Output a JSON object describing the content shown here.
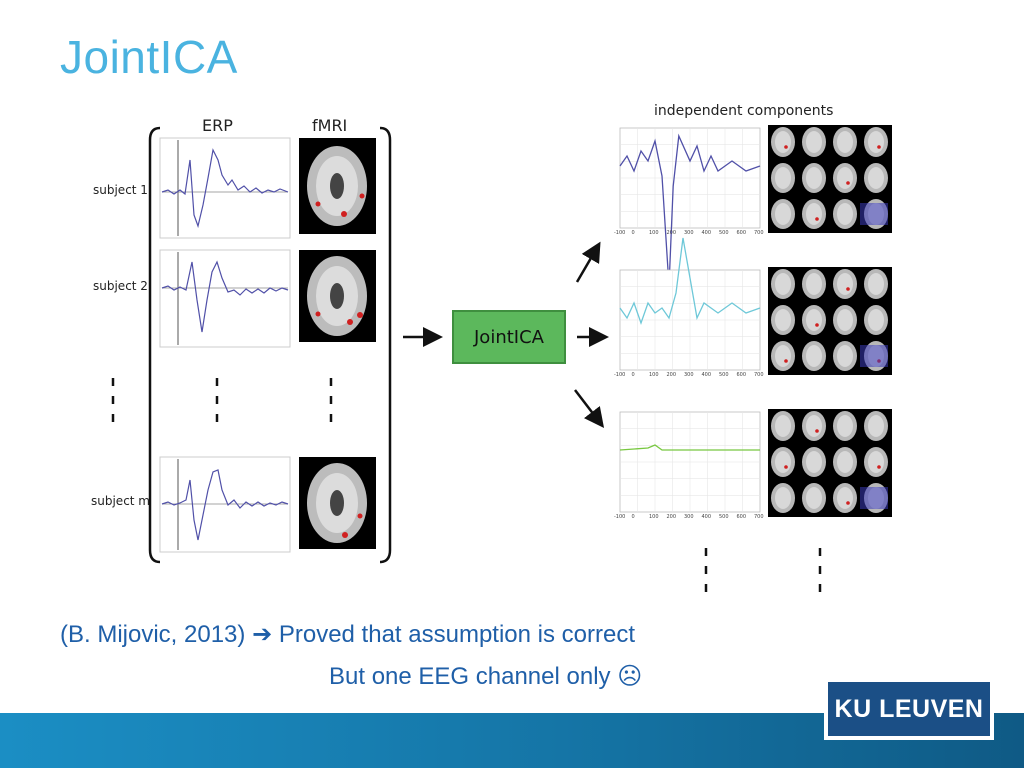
{
  "slide": {
    "title": "JointICA",
    "caption_line1_left": "(B. Mijovic, 2013)",
    "caption_arrow": "➔",
    "caption_line1_right": "Proved that assumption is correct",
    "caption_line2": "But one EEG channel only ☹",
    "logo_text": "KU LEUVEN"
  },
  "figure": {
    "col_erp": "ERP",
    "col_fmri": "fMRI",
    "subjects": [
      "subject 1",
      "subject 2",
      "subject m"
    ],
    "jointica_label": "JointICA",
    "components_title": "independent components",
    "x_ticks": [
      "-100",
      "0",
      "100",
      "200",
      "300",
      "400",
      "500",
      "600",
      "700"
    ],
    "component_colors": [
      "#5050a8",
      "#6ec8d8",
      "#78c840"
    ]
  }
}
